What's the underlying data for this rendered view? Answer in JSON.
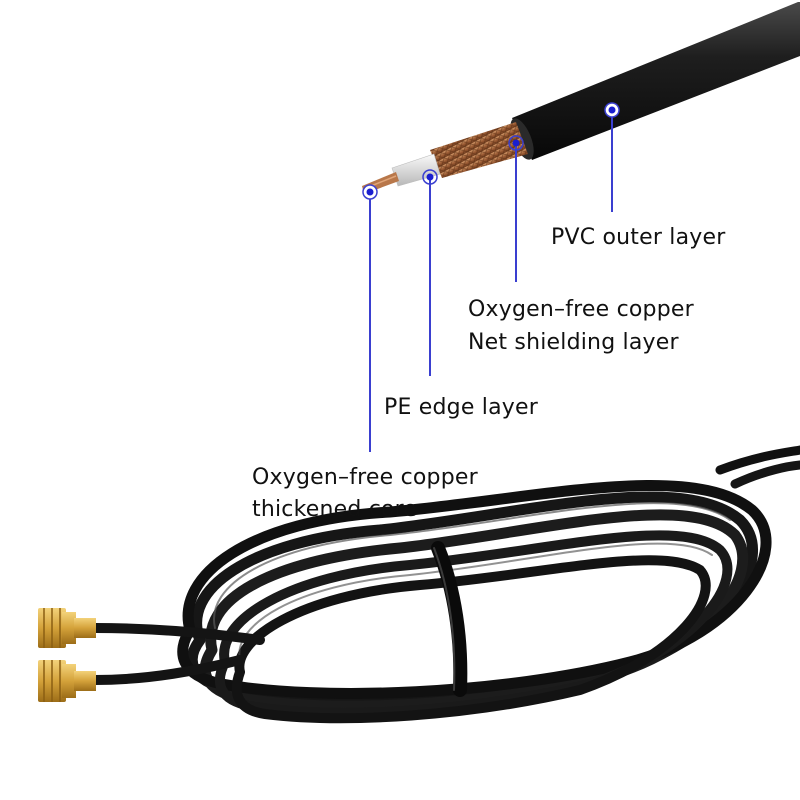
{
  "labels": {
    "pvc_outer": "PVC outer layer",
    "shield_line1": "Oxygen–free copper",
    "shield_line2": "Net shielding layer",
    "pe_edge": "PE edge layer",
    "core_line1": "Oxygen–free copper",
    "core_line2": "thickened core"
  },
  "colors": {
    "callout_line": "#3a3fd0",
    "cable": "#1b1b1b",
    "braid": "#a8673d",
    "connector_gold": "#d4a23a",
    "text": "#111111"
  }
}
